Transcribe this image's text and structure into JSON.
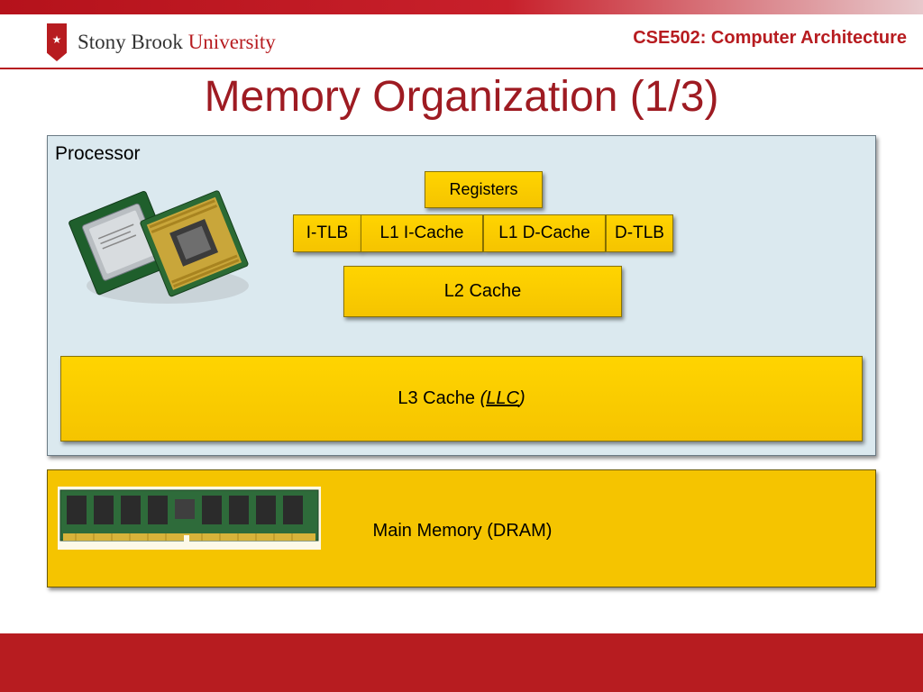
{
  "header": {
    "logo_name": "Stony Brook",
    "logo_university": "University",
    "course": "CSE502: Computer Architecture"
  },
  "slide": {
    "title": "Memory Organization (1/3)"
  },
  "processor": {
    "label": "Processor",
    "registers": "Registers",
    "itlb": "I-TLB",
    "l1i": "L1 I-Cache",
    "l1d": "L1 D-Cache",
    "dtlb": "D-TLB",
    "l2": "L2 Cache",
    "l3_prefix": "L3 Cache",
    "l3_llc": "LLC"
  },
  "memory": {
    "label": "Main Memory (DRAM)"
  },
  "colors": {
    "brand_red": "#b71c20",
    "cache_yellow": "#ffd400",
    "processor_bg": "#dbe9ef"
  }
}
